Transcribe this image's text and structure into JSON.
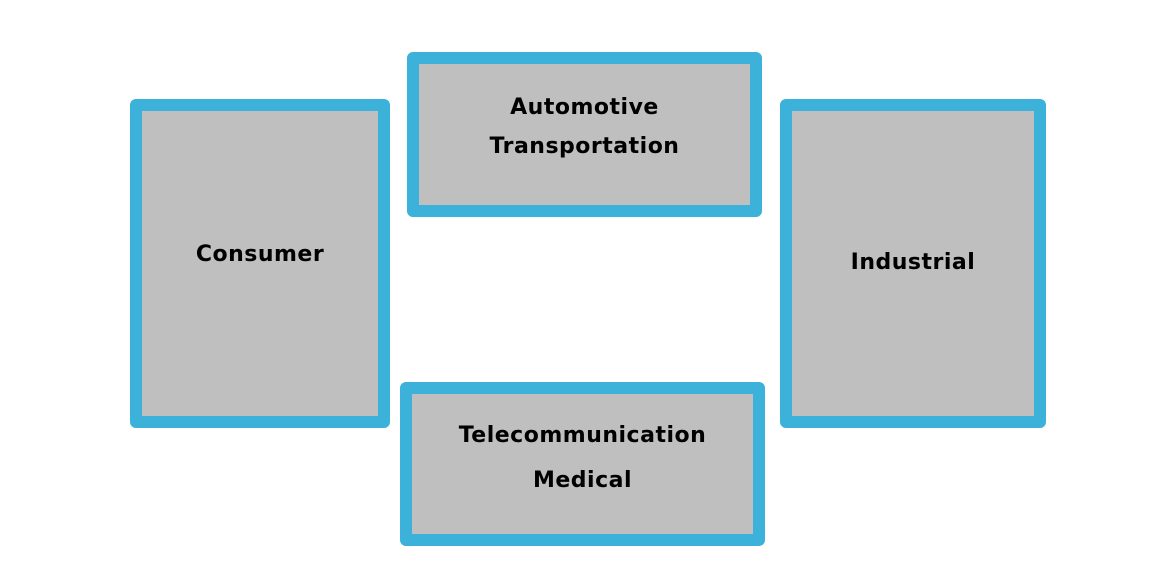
{
  "diagram": {
    "colors": {
      "border": "#3cb1d9",
      "fill": "#bfbfbf",
      "text": "#000000"
    },
    "boxes": {
      "automotive": {
        "lines": [
          "Automotive",
          "Transportation"
        ]
      },
      "consumer": {
        "lines": [
          "Consumer"
        ]
      },
      "industrial": {
        "lines": [
          "Industrial"
        ]
      },
      "telecom": {
        "lines": [
          "Telecommunication",
          "Medical"
        ]
      }
    }
  }
}
